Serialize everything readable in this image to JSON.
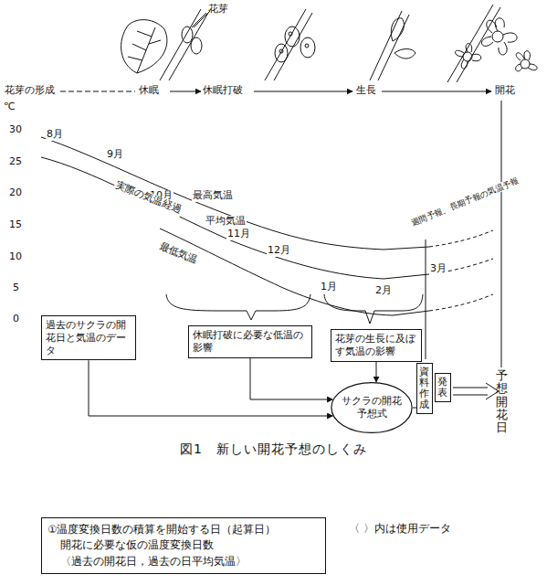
{
  "diagram": {
    "caption": "図1　新しい開花予想のしくみ",
    "nodes": [
      {
        "text": [
          "過去のサクラの開花日と気温のデータ"
        ]
      },
      {
        "text": [
          "休眠打破に必要な低温の影響"
        ]
      },
      {
        "text": [
          "花芽の生長に及ぼす気温の影響"
        ]
      },
      {
        "text": [
          "サクラの開花予想式"
        ]
      },
      {
        "text": [
          "資料作成"
        ]
      },
      {
        "text": [
          "発表"
        ]
      },
      {
        "text": [
          "①温度変換日数の積算を開始する日（起算日）",
          "開花に必要な仮の温度変換日数",
          "〈過去の開花日，過去の日平均気温〉"
        ]
      }
    ],
    "edges": [
      {
        "from": 0,
        "to": 3,
        "arrow": "to"
      },
      {
        "from": 1,
        "to": 3,
        "arrow": "to"
      },
      {
        "from": 2,
        "to": 3,
        "arrow": "to"
      },
      {
        "from": 3,
        "to": 4,
        "arrow": "none"
      }
    ],
    "labels": [
      "花芽の形成",
      "休眠",
      "休眠打破",
      "生長",
      "開花",
      "花芽",
      "℃",
      "30",
      "25",
      "20",
      "15",
      "10",
      "5",
      "0",
      "8月",
      "9月",
      "10月",
      "11月",
      "12月",
      "1月",
      "2月",
      "3月",
      "最高気温",
      "平均気温",
      "最低気温",
      "実際の気温経過",
      "週間予報、長期予報の気温予報",
      "予想開花日",
      "〈 〉内は使用データ"
    ]
  }
}
